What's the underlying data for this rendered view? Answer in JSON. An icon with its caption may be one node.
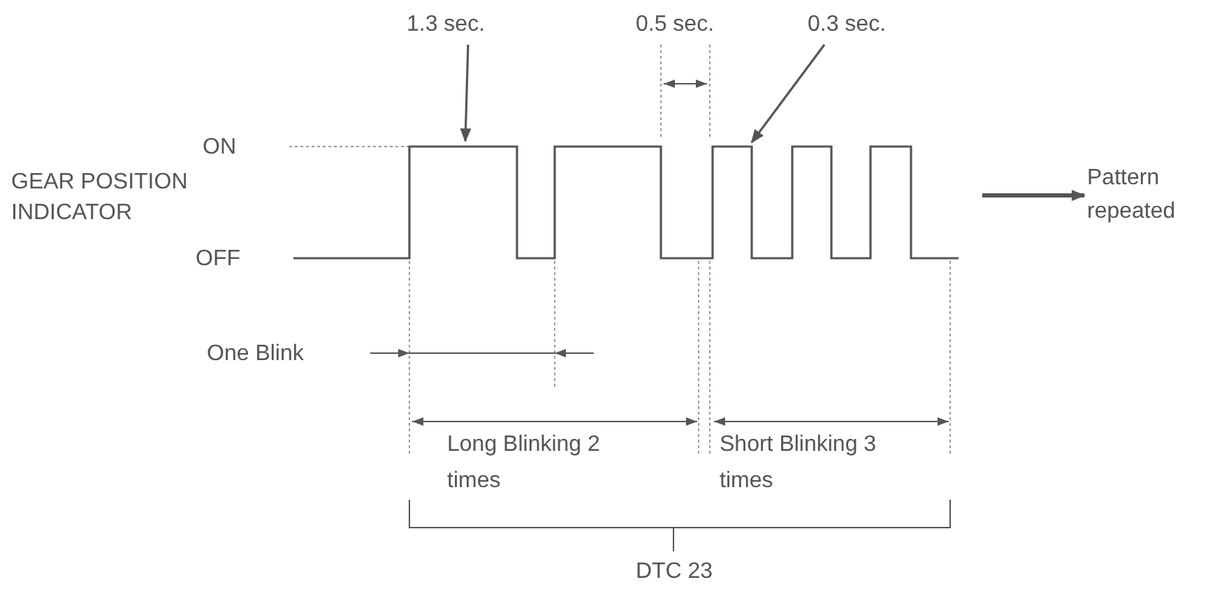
{
  "diagram": {
    "nodes": [
      {
        "text": [
          "1.3 sec."
        ]
      },
      {
        "text": [
          "0.3 sec."
        ]
      },
      {
        "text": [
          "Pattern repeated"
        ]
      }
    ],
    "edges": [
      {
        "from": 0,
        "to": null,
        "arrow": "to"
      },
      {
        "from": 1,
        "to": null,
        "arrow": "to"
      },
      {
        "from": null,
        "to": 2,
        "arrow": "to"
      }
    ],
    "labels": [
      "0.5 sec.",
      "GEAR POSITION INDICATOR",
      "ON",
      "OFF",
      "One Blink",
      "Long Blinking 2 times",
      "Short Blinking 3 times",
      "DTC 23"
    ]
  }
}
